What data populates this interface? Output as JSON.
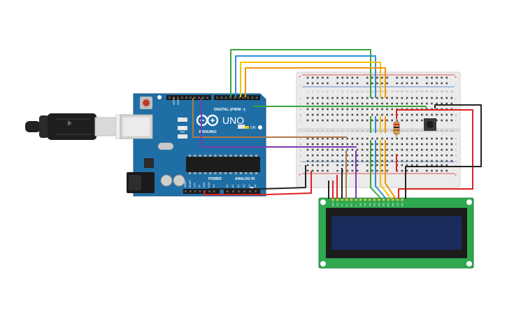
{
  "board": {
    "brand_text": "ARDUINO",
    "model_text": "UNO",
    "on_label": "ON",
    "tx_label": "TX",
    "rx_label": "RX",
    "l_label": "L",
    "digital_label": "DIGITAL (PWM ~)",
    "power_label": "POWER",
    "analog_label": "ANALOG IN",
    "aref_label": "AREF",
    "gnd_label": "GND",
    "power_pins": [
      "IOREF",
      "RESET",
      "3.3V",
      "5V",
      "GND",
      "GND",
      "Vin"
    ],
    "analog_pins": [
      "A0",
      "A1",
      "A2",
      "A3",
      "A4",
      "A5"
    ]
  },
  "breadboard": {
    "columns": [
      "1",
      "2",
      "3",
      "4",
      "5",
      "6",
      "7",
      "8",
      "9",
      "10",
      "11",
      "12",
      "13",
      "14",
      "15",
      "16",
      "17",
      "18",
      "19",
      "20",
      "21",
      "22",
      "23",
      "24",
      "25",
      "26",
      "27",
      "28",
      "29",
      "30"
    ],
    "rows_top": [
      "j",
      "i",
      "h",
      "g",
      "f"
    ],
    "rows_bottom": [
      "e",
      "d",
      "c",
      "b",
      "a"
    ],
    "rail_plus": "+",
    "rail_minus": "-"
  },
  "lcd": {
    "pins": [
      "GND",
      "VCC",
      "V0",
      "RS",
      "RW",
      "E",
      "DB0",
      "DB1",
      "DB2",
      "DB3",
      "DB4",
      "DB5",
      "DB6",
      "DB7",
      "LED",
      "LED"
    ]
  },
  "colors": {
    "board": "#1f6fa6",
    "breadboard": "#ebebeb",
    "lcd_pcb": "#2fa84f",
    "lcd_screen": "#1a2c5c",
    "wire_green": "#3aa53a",
    "wire_blue": "#2d8fd4",
    "wire_yellow": "#f2c200",
    "wire_orange": "#f2940b",
    "wire_red": "#e02020",
    "wire_black": "#222222",
    "wire_brown": "#b07a48",
    "wire_purple": "#7a3ab0"
  }
}
